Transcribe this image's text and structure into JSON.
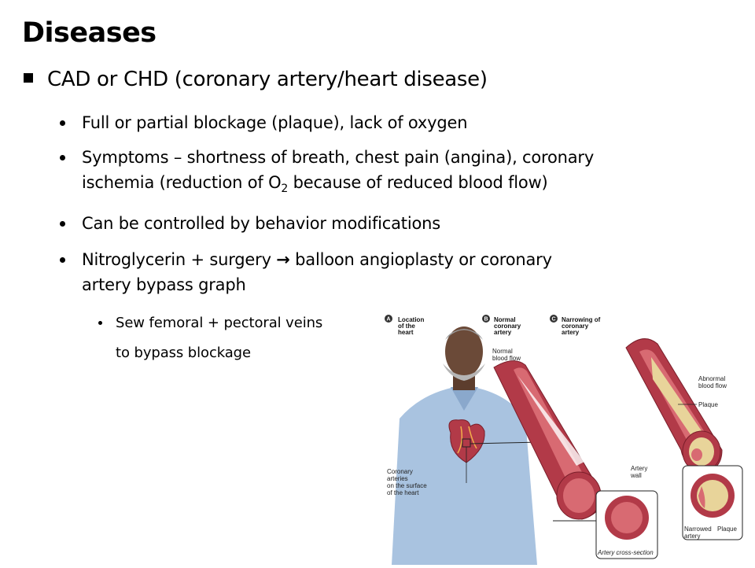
{
  "title": "Diseases",
  "main_point": "CAD or CHD (coronary artery/heart disease)",
  "bullets": {
    "b1": "Full or partial blockage (plaque), lack of oxygen",
    "b2_line1": "Symptoms – shortness of breath, chest pain (angina), coronary",
    "b2_line2_a": "ischemia (reduction of O",
    "b2_sub": "2",
    "b2_line2_b": " because of reduced blood flow)",
    "b3": "Can be controlled by behavior modifications",
    "b4_line1_a": "Nitroglycerin + surgery ",
    "b4_arrow": "→",
    "b4_line1_b": " balloon angioplasty or coronary",
    "b4_line2": "artery bypass graph"
  },
  "sub_bullet": {
    "line1": "Sew femoral + pectoral veins",
    "line2": "to bypass blockage"
  },
  "figure": {
    "panel_a": {
      "badge": "A",
      "line1": "Location",
      "line2": "of the",
      "line3": "heart"
    },
    "panel_b": {
      "badge": "B",
      "line1": "Normal",
      "line2": "coronary",
      "line3": "artery"
    },
    "panel_c": {
      "badge": "C",
      "line1": "Narrowing of",
      "line2": "coronary",
      "line3": "artery"
    },
    "labels": {
      "normal_flow_1": "Normal",
      "normal_flow_2": "blood flow",
      "abnormal_flow_1": "Abnormal",
      "abnormal_flow_2": "blood flow",
      "plaque": "Plaque",
      "artery_wall_1": "Artery",
      "artery_wall_2": "wall",
      "coronary_1": "Coronary",
      "coronary_2": "arteries",
      "coronary_3": "on the surface",
      "coronary_4": "of the heart",
      "narrowed_1": "Narrowed",
      "narrowed_2": "artery",
      "plaque_2": "Plaque",
      "cross_section": "Artery cross-section"
    },
    "colors": {
      "artery": "#b23a48",
      "artery_inner": "#d86a72",
      "plaque": "#e8d49a",
      "shirt": "#a9c3e0",
      "skin": "#6b4a38",
      "badge": "#333333"
    }
  }
}
